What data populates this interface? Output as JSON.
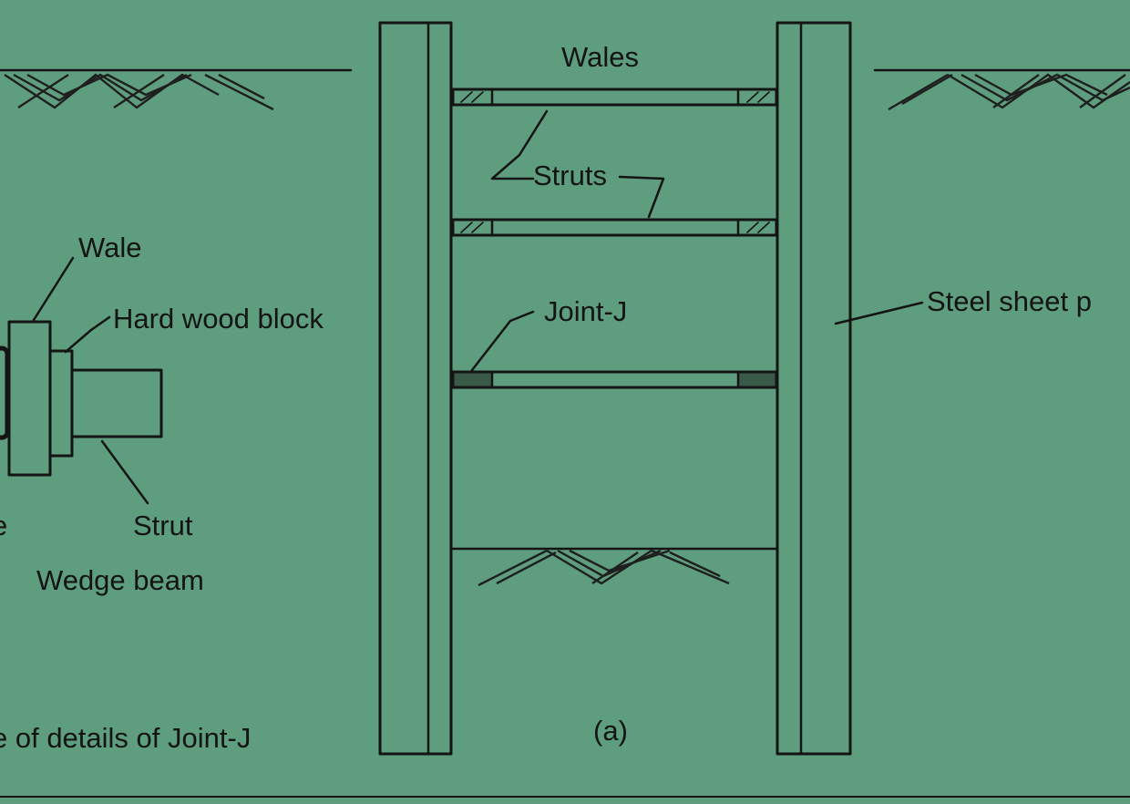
{
  "diagram": {
    "labels": {
      "wales": "Wales",
      "struts": "Struts",
      "joint": "Joint-J",
      "steel_sheet_pile": "Steel sheet p",
      "wale": "Wale",
      "hard_wood_block": "Hard wood block",
      "strut": "Strut",
      "wedge_beam": "Wedge beam",
      "left_fragment": "e",
      "detail_caption": "e of details of Joint-J",
      "panel_caption": "(a)"
    },
    "colors": {
      "background": "#5e9e7e",
      "line": "#141414"
    }
  }
}
